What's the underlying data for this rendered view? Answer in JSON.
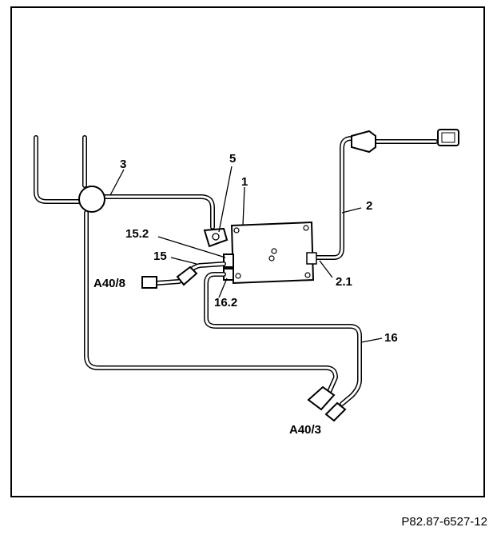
{
  "diagram": {
    "labels": {
      "l1": "1",
      "l2": "2",
      "l2_1": "2.1",
      "l3": "3",
      "l5": "5",
      "l15": "15",
      "l15_2": "15.2",
      "l16": "16",
      "l16_2": "16.2",
      "a40_8": "A40/8",
      "a40_3": "A40/3"
    },
    "figure_code": "P82.87-6527-12"
  }
}
